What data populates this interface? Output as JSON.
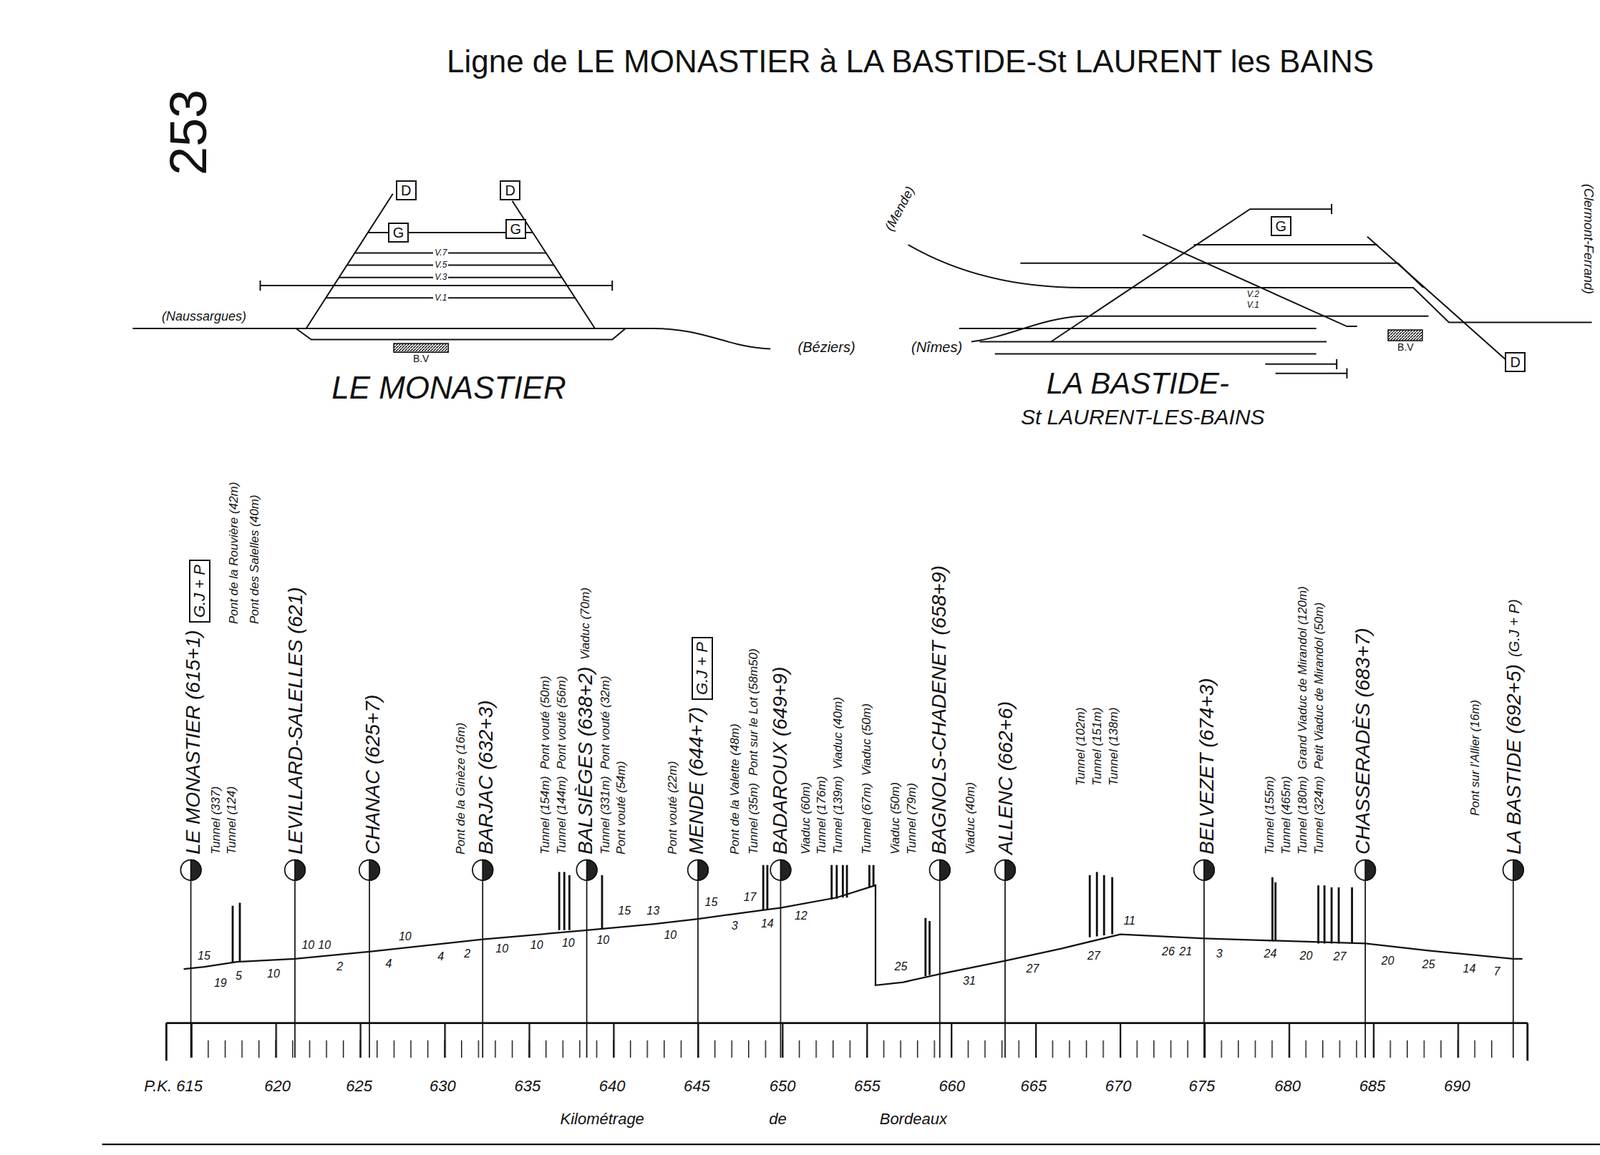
{
  "diagram": {
    "title": "Ligne de LE MONASTIER à LA BASTIDE-St LAURENT les BAINS",
    "nodes": [
      {
        "text": [
          "D"
        ]
      },
      {
        "text": [
          "D"
        ]
      },
      {
        "text": [
          "G"
        ]
      },
      {
        "text": [
          "G"
        ]
      },
      {
        "text": [
          "B.V"
        ]
      },
      {
        "text": [
          "G"
        ]
      },
      {
        "text": [
          "B.V"
        ]
      },
      {
        "text": [
          "D"
        ]
      },
      {
        "text": [
          "G.J + P"
        ]
      },
      {
        "text": [
          "G.J + P"
        ]
      }
    ],
    "labels": [
      "253",
      "V.7",
      "V.5",
      "V.3",
      "V.1",
      "(Naussargues)",
      "(Béziers)",
      "LE MONASTIER",
      "(Mende)",
      "(Nîmes)",
      "V.2",
      "V.1",
      "LA BASTIDE-",
      "St LAURENT-LES-BAINS",
      "(Clermont-Ferrand)",
      "LE MONASTIER (615+1)",
      "Tunnel (337)",
      "Tunnel (124)",
      "Pont de la Rouvière (42m)",
      "Pont des Salelles (40m)",
      "LEVILLARD-SALELLES (621)",
      "CHANAC (625+7)",
      "Pont de la Ginèze (16m)",
      "BARJAC (632+3)",
      "Tunnel (154m)",
      "Pont vouté (50m)",
      "Tunnel (144m)",
      "Pont vouté (56m)",
      "BALSIÈGES (638+2)",
      "Viaduc (70m)",
      "Tunnel (331m)",
      "Pont vouté (32m)",
      "Pont vouté (54m)",
      "Pont vouté (22m)",
      "MENDE (644+7)",
      "Pont de la Valette (48m)",
      "Tunnel (35m)",
      "Pont sur le Lot (58m50)",
      "BADAROUX (649+9)",
      "Viaduc (60m)",
      "Tunnel (176m)",
      "Tunnel (139m)",
      "Viaduc (40m)",
      "Tunnel (67m)",
      "Viaduc (50m)",
      "Viaduc (50m)",
      "Tunnel (79m)",
      "BAGNOLS-CHADENET (658+9)",
      "Viaduc (40m)",
      "ALLENC (662+6)",
      "Tunnel (102m)",
      "Tunnel (151m)",
      "Tunnel (138m)",
      "BELVEZET (674+3)",
      "Tunnel (155m)",
      "Tunnel (465m)",
      "Tunnel (180m)",
      "Grand Viaduc de Mirandol (120m)",
      "Tunnel (324m)",
      "Petit Viaduc de Mirandol (50m)",
      "CHASSERADÈS (683+7)",
      "Pont sur l'Allier (16m)",
      "LA BASTIDE (692+5)",
      "(G.J + P)",
      "15",
      "19",
      "5",
      "10",
      "10",
      "10",
      "2",
      "4",
      "10",
      "4",
      "2",
      "10",
      "10",
      "10",
      "10",
      "15",
      "13",
      "10",
      "15",
      "3",
      "17",
      "14",
      "12",
      "25",
      "31",
      "27",
      "27",
      "11",
      "26",
      "21",
      "3",
      "24",
      "20",
      "27",
      "20",
      "25",
      "14",
      "7",
      "P.K. 615",
      "620",
      "625",
      "630",
      "635",
      "640",
      "645",
      "650",
      "655",
      "660",
      "665",
      "670",
      "675",
      "680",
      "685",
      "690",
      "Kilométrage",
      "de",
      "Bordeaux"
    ]
  }
}
